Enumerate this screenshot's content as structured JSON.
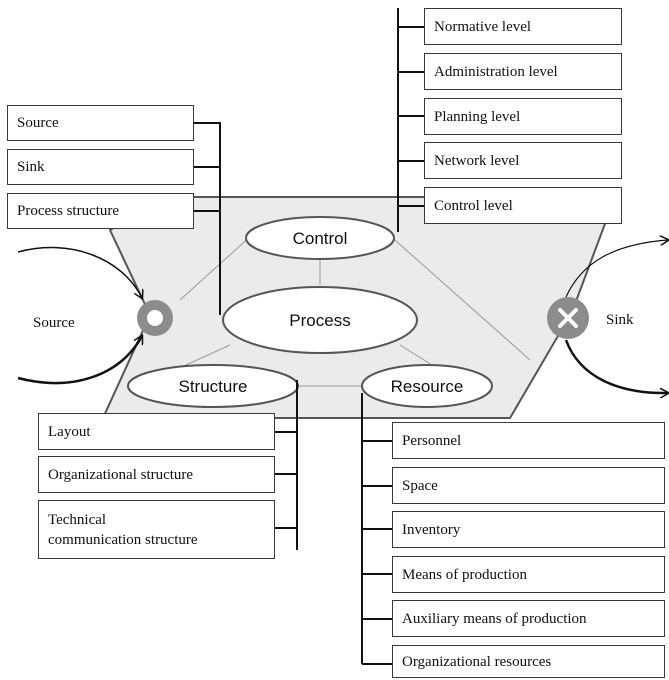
{
  "core": {
    "process": "Process",
    "control": "Control",
    "structure": "Structure",
    "resource": "Resource"
  },
  "flow": {
    "source": "Source",
    "sink": "Sink"
  },
  "left_boxes": [
    "Source",
    "Sink",
    "Process structure"
  ],
  "control_levels": [
    "Normative level",
    "Administration level",
    "Planning level",
    "Network level",
    "Control level"
  ],
  "structure_items": [
    "Layout",
    "Organizational structure",
    "Technical\ncommunication structure"
  ],
  "resource_items": [
    "Personnel",
    "Space",
    "Inventory",
    "Means of production",
    "Auxiliary means of production",
    "Organizational resources"
  ]
}
